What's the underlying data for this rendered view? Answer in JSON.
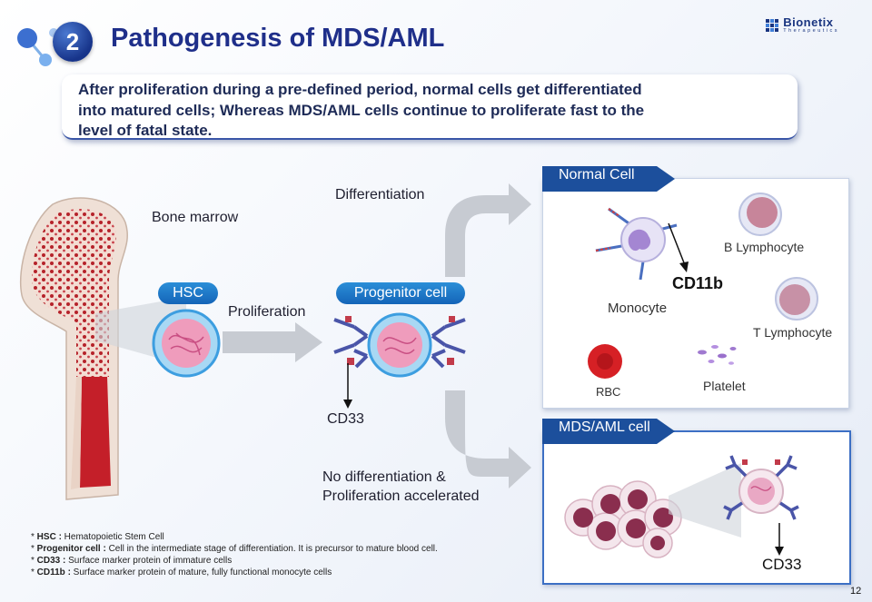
{
  "header": {
    "section_number": "2",
    "title": "Pathogenesis of MDS/AML",
    "logo_name": "Bionetix",
    "logo_sub": "Therapeutics"
  },
  "summary": {
    "line1": "After proliferation during a pre-defined period, normal cells get differentiated",
    "line2": "into matured cells; Whereas MDS/AML cells continue to proliferate fast to the",
    "line3": "level of fatal state."
  },
  "diagram": {
    "bone_marrow": "Bone marrow",
    "hsc": "HSC",
    "proliferation": "Proliferation",
    "progenitor": "Progenitor cell",
    "differentiation": "Differentiation",
    "cd33_left": "CD33",
    "no_diff_line1": "No differentiation &",
    "no_diff_line2": "Proliferation accelerated"
  },
  "normal_panel": {
    "tab": "Normal Cell",
    "cd11b": "CD11b",
    "monocyte": "Monocyte",
    "b_lymph": "B Lymphocyte",
    "t_lymph": "T Lymphocyte",
    "rbc": "RBC",
    "platelet": "Platelet"
  },
  "mds_panel": {
    "tab": "MDS/AML cell",
    "cd33": "CD33"
  },
  "footnotes": [
    {
      "term": "HSC :",
      "text": " Hematopoietic Stem Cell"
    },
    {
      "term": "Progenitor cell :",
      "text": " Cell in the intermediate stage of differentiation. It is precursor to mature blood cell."
    },
    {
      "term": "CD33 :",
      "text": " Surface marker protein of immature cells"
    },
    {
      "term": "CD11b :",
      "text": " Surface marker protein of mature, fully functional monocyte cells"
    }
  ],
  "page_number": "12",
  "colors": {
    "title_blue": "#1f2f8a",
    "pill_blue": "#1c6fc4",
    "tab_navy": "#1c4f9c",
    "marrow_red": "#c0202a"
  }
}
